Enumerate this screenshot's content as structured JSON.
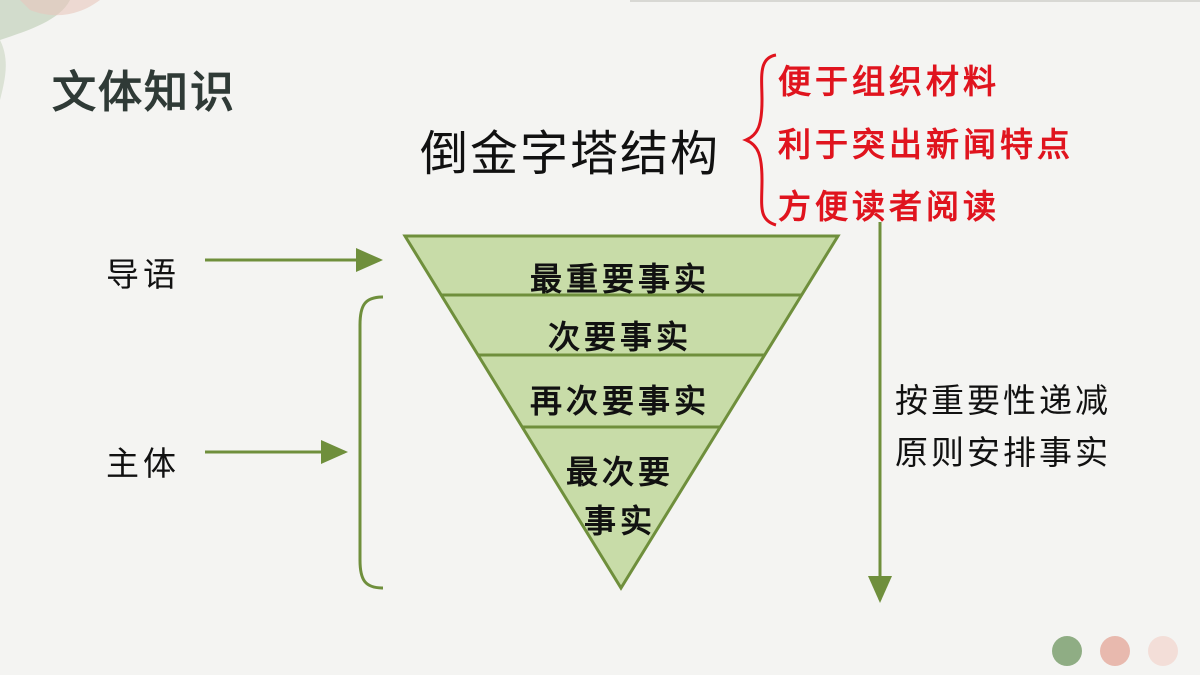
{
  "page": {
    "title": "文体知识",
    "structure_name": "倒金字塔结构"
  },
  "benefits": [
    "便于组织材料",
    "利于突出新闻特点",
    "方便读者阅读"
  ],
  "side_labels": {
    "lead": "导语",
    "body": "主体"
  },
  "pyramid": {
    "tiers": [
      "最重要事实",
      "次要事实",
      "再次要事实"
    ],
    "last_tier": [
      "最次要",
      "事实"
    ]
  },
  "principle": [
    "按重要性递减",
    "原则安排事实"
  ],
  "colors": {
    "pyramid_fill": "#c8dca8",
    "pyramid_stroke": "#6f8f3c",
    "arrow": "#6f8f3c",
    "benefit_text": "#e0141e",
    "brace_red": "#e0141e",
    "dot_green": "#8fad84",
    "dot_pink": "#e8b9ae",
    "dot_light": "#f3ded8"
  }
}
